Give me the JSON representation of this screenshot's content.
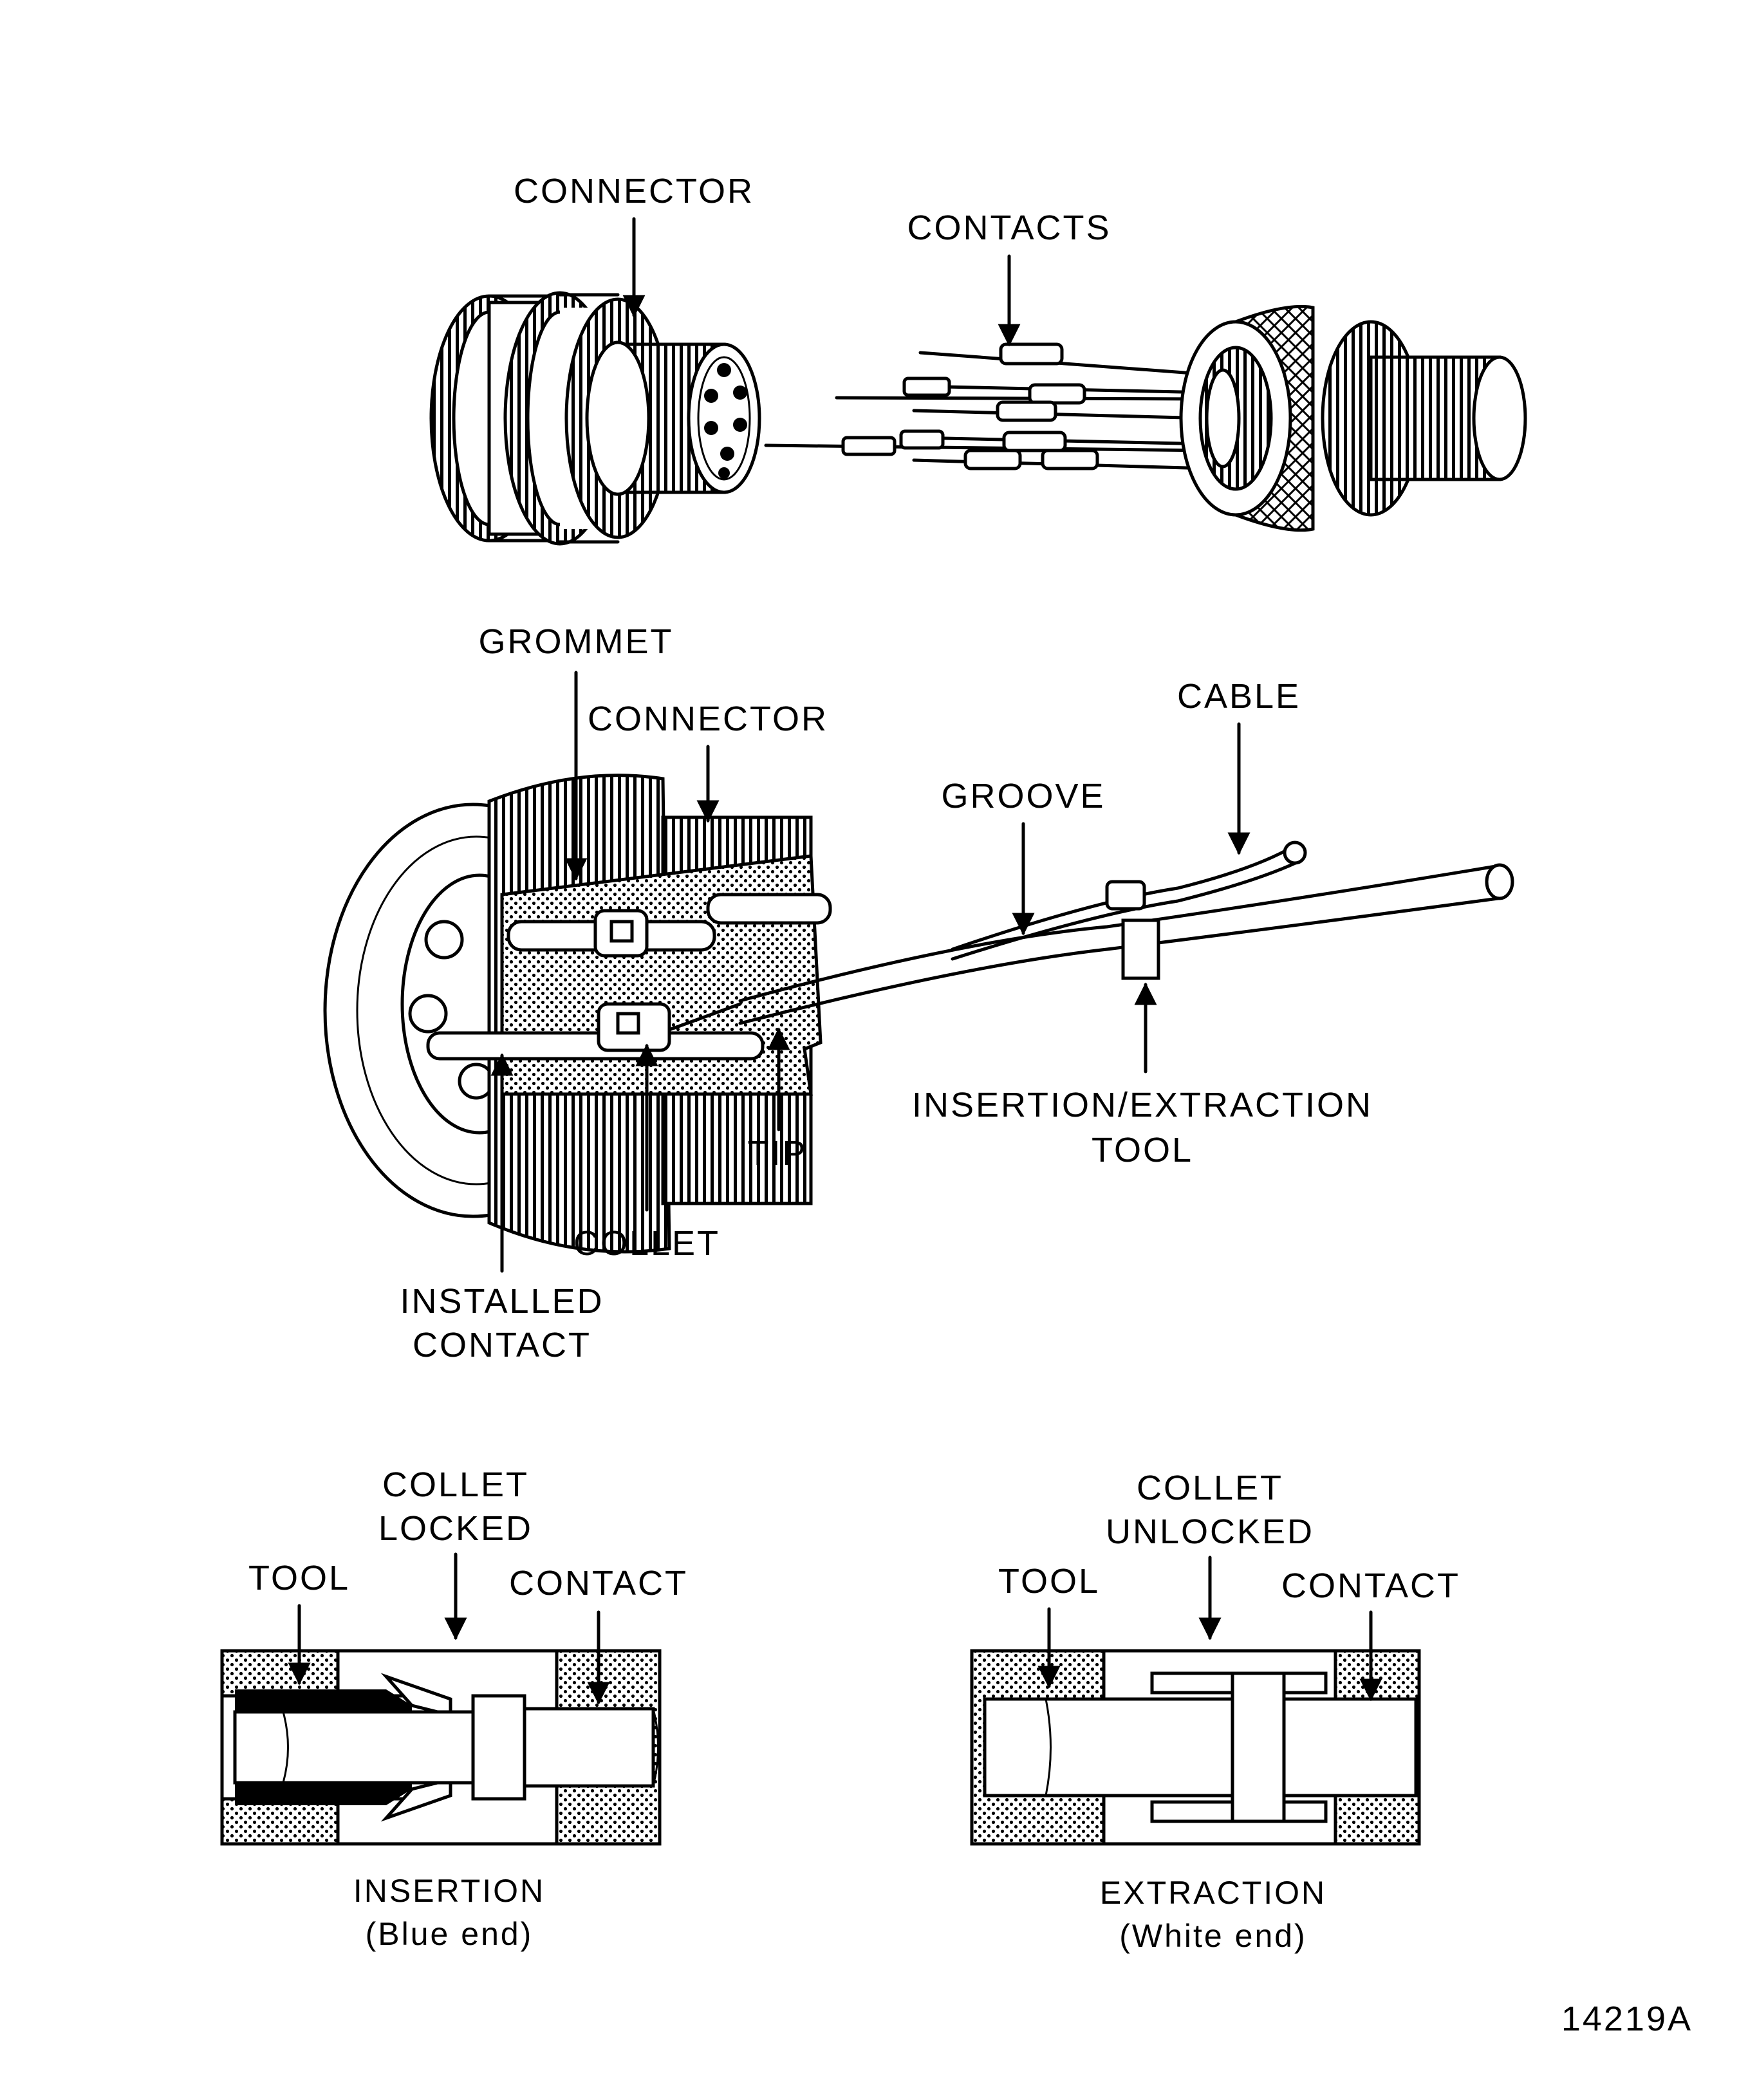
{
  "figure_number": "14219A",
  "top_view": {
    "connector_label": "CONNECTOR",
    "contacts_label": "CONTACTS"
  },
  "middle_view": {
    "grommet_label": "GROMMET",
    "connector_label": "CONNECTOR",
    "groove_label": "GROOVE",
    "cable_label": "CABLE",
    "tool_label_line1": "INSERTION/EXTRACTION",
    "tool_label_line2": "TOOL",
    "tip_label": "TIP",
    "collet_label": "COLLET",
    "installed_contact_line1": "INSTALLED",
    "installed_contact_line2": "CONTACT"
  },
  "insertion_detail": {
    "collet_line1": "COLLET",
    "collet_line2": "LOCKED",
    "tool_label": "TOOL",
    "contact_label": "CONTACT",
    "caption": "INSERTION",
    "subcaption": "(Blue end)"
  },
  "extraction_detail": {
    "collet_line1": "COLLET",
    "collet_line2": "UNLOCKED",
    "tool_label": "TOOL",
    "contact_label": "CONTACT",
    "caption": "EXTRACTION",
    "subcaption": "(White end)"
  }
}
